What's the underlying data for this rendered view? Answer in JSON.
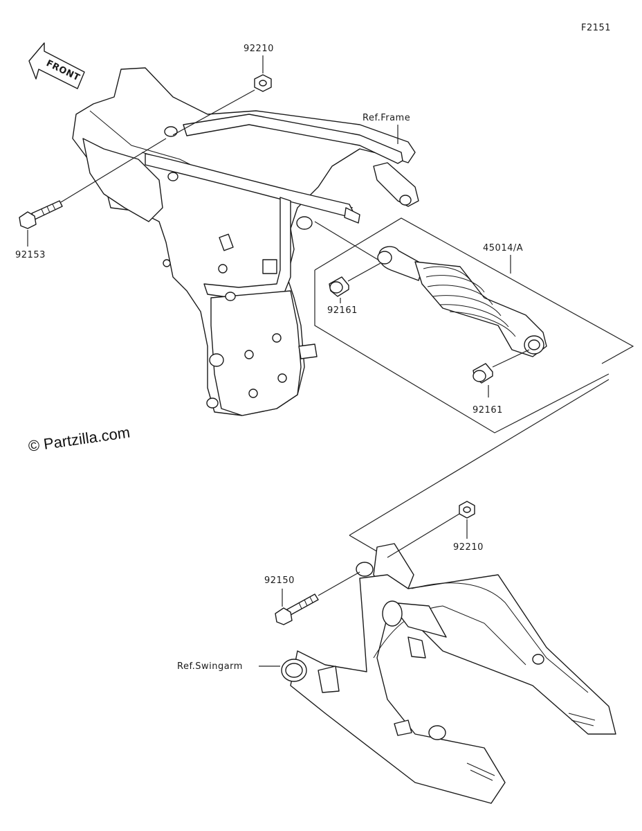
{
  "diagram": {
    "figure_code": "F2151",
    "front_arrow_label": "FRONT",
    "watermark": "© Partzilla.com",
    "callouts": {
      "nut_top": "92210",
      "bolt_upper": "92153",
      "frame_ref": "Ref.Frame",
      "shock_absorber": "45014/A",
      "collar_left": "92161",
      "collar_right": "92161",
      "nut_lower": "92210",
      "bolt_lower": "92150",
      "swingarm_ref": "Ref.Swingarm"
    }
  }
}
